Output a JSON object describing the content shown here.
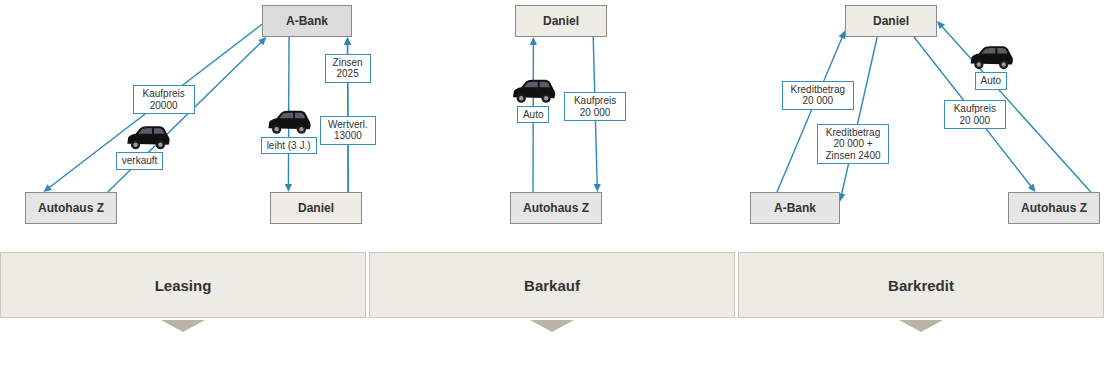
{
  "diagram": {
    "nodes": [
      {
        "text": [
          "A-Bank"
        ]
      },
      {
        "text": [
          "Autohaus Z"
        ]
      },
      {
        "text": [
          "Daniel"
        ]
      },
      {
        "text": [
          "Daniel"
        ]
      },
      {
        "text": [
          "Autohaus Z"
        ]
      },
      {
        "text": [
          "Daniel"
        ]
      },
      {
        "text": [
          "A-Bank"
        ]
      },
      {
        "text": [
          "Autohaus Z"
        ]
      },
      {
        "text": [
          "Leasing"
        ]
      },
      {
        "text": [
          "Barkauf"
        ]
      },
      {
        "text": [
          "Barkredit"
        ]
      }
    ],
    "edges": [
      {
        "from": 0,
        "to": 1,
        "arrow": "to",
        "label": "Kaufpreis 20000"
      },
      {
        "from": 1,
        "to": 0,
        "arrow": "to",
        "label": "verkauft"
      },
      {
        "from": 0,
        "to": 2,
        "arrow": "to",
        "label": "leiht (3 J.)"
      },
      {
        "from": 2,
        "to": 0,
        "arrow": "to",
        "label": "Zinsen 2025"
      },
      {
        "from": 2,
        "to": 0,
        "arrow": "to",
        "label": "Wertverl. 13000"
      },
      {
        "from": 4,
        "to": 3,
        "arrow": "to",
        "label": "Auto"
      },
      {
        "from": 3,
        "to": 4,
        "arrow": "to",
        "label": "Kaufpreis 20 000"
      },
      {
        "from": 6,
        "to": 5,
        "arrow": "to",
        "label": "Kreditbetrag 20 000"
      },
      {
        "from": 5,
        "to": 6,
        "arrow": "to",
        "label": "Kreditbetrag 20 000 + Zinsen 2400"
      },
      {
        "from": 5,
        "to": 7,
        "arrow": "to",
        "label": "Kaufpreis 20 000"
      },
      {
        "from": 7,
        "to": 5,
        "arrow": "to",
        "label": "Auto"
      }
    ]
  }
}
